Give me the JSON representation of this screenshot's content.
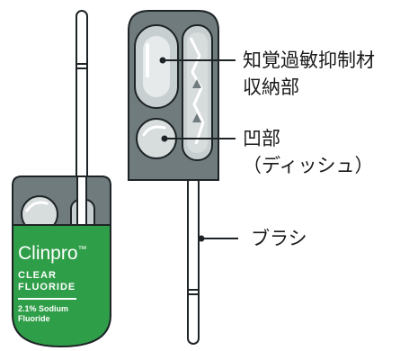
{
  "labels": {
    "reservoir_line1": "知覚過敏抑制材",
    "reservoir_line2": "収納部",
    "dimple_line1": "凹部",
    "dimple_line2": "（ディッシュ）",
    "brush": "ブラシ"
  },
  "package": {
    "brand": "Clinpro",
    "brand_tm": "™",
    "product_line1": "CLEAR",
    "product_line2": "FLUORIDE",
    "spec_line1": "2.1% Sodium",
    "spec_line2": "Fluoride"
  },
  "colors": {
    "tray_gray": "#6f7b7d",
    "package_green": "#2f9e48",
    "outline": "#1e2426"
  }
}
